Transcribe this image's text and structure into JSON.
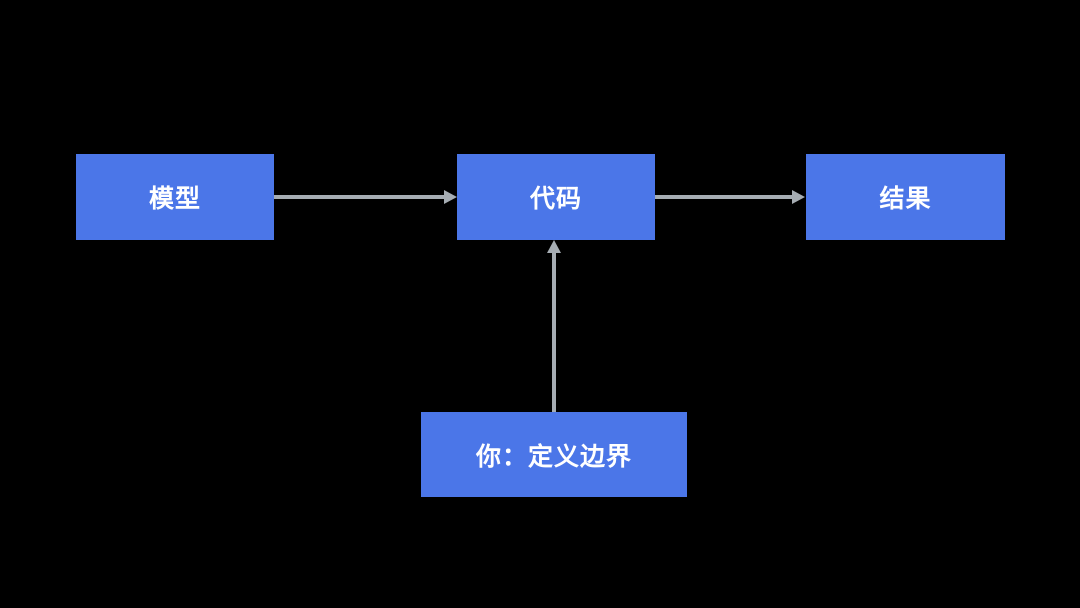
{
  "diagram": {
    "nodes": {
      "model": {
        "label": "模型"
      },
      "code": {
        "label": "代码"
      },
      "result": {
        "label": "结果"
      },
      "you": {
        "label": "你：定义边界"
      }
    },
    "edges": [
      {
        "from": "model",
        "to": "code"
      },
      {
        "from": "code",
        "to": "result"
      },
      {
        "from": "you",
        "to": "code"
      }
    ],
    "colors": {
      "node_fill": "#4b76e8",
      "node_text": "#ffffff",
      "arrow": "#a6adb3",
      "background": "#000000"
    }
  }
}
